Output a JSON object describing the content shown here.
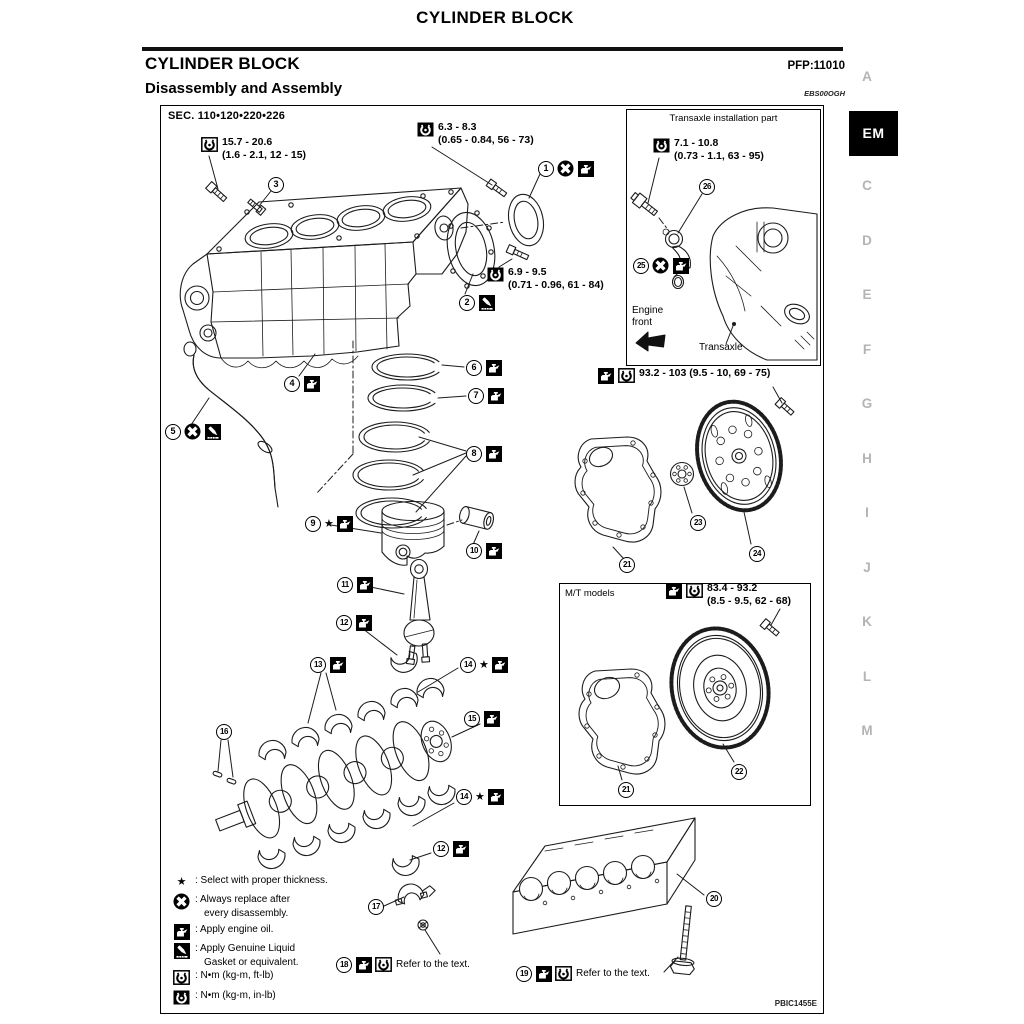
{
  "page": {
    "running_title": "CYLINDER BLOCK",
    "section_heading": "CYLINDER BLOCK",
    "pfp_code": "PFP:11010",
    "subsection_heading": "Disassembly and Assembly",
    "doc_code": "EBS00OGH",
    "sec_label": "SEC. 110•120•220•226",
    "figure_code": "PBIC1455E"
  },
  "sidebar": {
    "tabs": [
      "A",
      "EM",
      "C",
      "D",
      "E",
      "F",
      "G",
      "H",
      "I",
      "J",
      "K",
      "L",
      "M"
    ],
    "active_tab": "EM"
  },
  "insets": {
    "transaxle": {
      "title": "Transaxle installation part",
      "engine_front": [
        "Engine",
        "front"
      ],
      "part_label": "Transaxle"
    },
    "mt": {
      "title": "M/T models"
    }
  },
  "torque_specs": [
    {
      "id": "s1",
      "icons": [
        "torque-ft"
      ],
      "lines": [
        "15.7 - 20.6",
        "(1.6 - 2.1, 12 - 15)"
      ]
    },
    {
      "id": "s2",
      "icons": [
        "torque-in"
      ],
      "lines": [
        "6.3 - 8.3",
        "(0.65 - 0.84, 56 - 73)"
      ]
    },
    {
      "id": "s3",
      "icons": [
        "torque-in"
      ],
      "lines": [
        "6.9 - 9.5",
        "(0.71 - 0.96, 61 - 84)"
      ]
    },
    {
      "id": "s4",
      "icons": [
        "torque-in"
      ],
      "lines": [
        "7.1 - 10.8",
        "(0.73 - 1.1, 63 - 95)"
      ]
    },
    {
      "id": "s5",
      "icons": [
        "oil",
        "torque-ft"
      ],
      "lines": [
        "93.2 - 103 (9.5 - 10, 69 - 75)"
      ]
    },
    {
      "id": "s6",
      "icons": [
        "oil",
        "torque-ft"
      ],
      "lines": [
        "83.4 - 93.2",
        "(8.5 - 9.5, 62 - 68)"
      ]
    }
  ],
  "callouts": [
    {
      "id": "c1",
      "num": "1",
      "star": false,
      "icons": [
        "replace",
        "oil"
      ]
    },
    {
      "id": "c2",
      "num": "2",
      "star": false,
      "icons": [
        "sealant"
      ]
    },
    {
      "id": "c3",
      "num": "3",
      "star": false,
      "icons": []
    },
    {
      "id": "c4",
      "num": "4",
      "star": false,
      "icons": [
        "oil"
      ]
    },
    {
      "id": "c5",
      "num": "5",
      "star": false,
      "icons": [
        "replace",
        "sealant"
      ]
    },
    {
      "id": "c6",
      "num": "6",
      "star": false,
      "icons": [
        "oil"
      ]
    },
    {
      "id": "c7",
      "num": "7",
      "star": false,
      "icons": [
        "oil"
      ]
    },
    {
      "id": "c8",
      "num": "8",
      "star": false,
      "icons": [
        "oil"
      ]
    },
    {
      "id": "c9",
      "num": "9",
      "star": true,
      "icons": [
        "oil"
      ]
    },
    {
      "id": "c10",
      "num": "10",
      "star": false,
      "icons": [
        "oil"
      ]
    },
    {
      "id": "c11",
      "num": "11",
      "star": false,
      "icons": [
        "oil"
      ]
    },
    {
      "id": "c12a",
      "num": "12",
      "star": false,
      "icons": [
        "oil"
      ]
    },
    {
      "id": "c13",
      "num": "13",
      "star": false,
      "icons": [
        "oil"
      ]
    },
    {
      "id": "c14a",
      "num": "14",
      "star": true,
      "icons": [
        "oil"
      ]
    },
    {
      "id": "c15",
      "num": "15",
      "star": false,
      "icons": [
        "oil"
      ]
    },
    {
      "id": "c16",
      "num": "16",
      "star": false,
      "icons": []
    },
    {
      "id": "c14b",
      "num": "14",
      "star": true,
      "icons": [
        "oil"
      ]
    },
    {
      "id": "c12b",
      "num": "12",
      "star": false,
      "icons": [
        "oil"
      ]
    },
    {
      "id": "c17",
      "num": "17",
      "star": false,
      "icons": []
    },
    {
      "id": "c18",
      "num": "18",
      "star": false,
      "icons": [
        "oil",
        "torque-ft"
      ],
      "text": "Refer to the text."
    },
    {
      "id": "c19",
      "num": "19",
      "star": false,
      "icons": [
        "oil",
        "torque-ft"
      ],
      "text": "Refer to the text."
    },
    {
      "id": "c20",
      "num": "20",
      "star": false,
      "icons": []
    },
    {
      "id": "c21a",
      "num": "21",
      "star": false,
      "icons": []
    },
    {
      "id": "c21b",
      "num": "21",
      "star": false,
      "icons": []
    },
    {
      "id": "c22",
      "num": "22",
      "star": false,
      "icons": []
    },
    {
      "id": "c23",
      "num": "23",
      "star": false,
      "icons": []
    },
    {
      "id": "c24",
      "num": "24",
      "star": false,
      "icons": []
    },
    {
      "id": "c25",
      "num": "25",
      "star": false,
      "icons": [
        "replace",
        "oil"
      ]
    },
    {
      "id": "c26",
      "num": "26",
      "star": false,
      "icons": []
    }
  ],
  "legend": [
    {
      "icon": "star",
      "lines": [
        ": Select with proper thickness."
      ]
    },
    {
      "icon": "replace",
      "lines": [
        ": Always replace after",
        "every disassembly."
      ]
    },
    {
      "icon": "oil",
      "lines": [
        ": Apply engine oil."
      ]
    },
    {
      "icon": "sealant",
      "lines": [
        ": Apply Genuine Liquid",
        "Gasket or equivalent."
      ]
    },
    {
      "icon": "torque-ft",
      "lines": [
        ": N•m (kg-m, ft-lb)"
      ]
    },
    {
      "icon": "torque-in",
      "lines": [
        ": N•m (kg-m, in-lb)"
      ]
    }
  ]
}
